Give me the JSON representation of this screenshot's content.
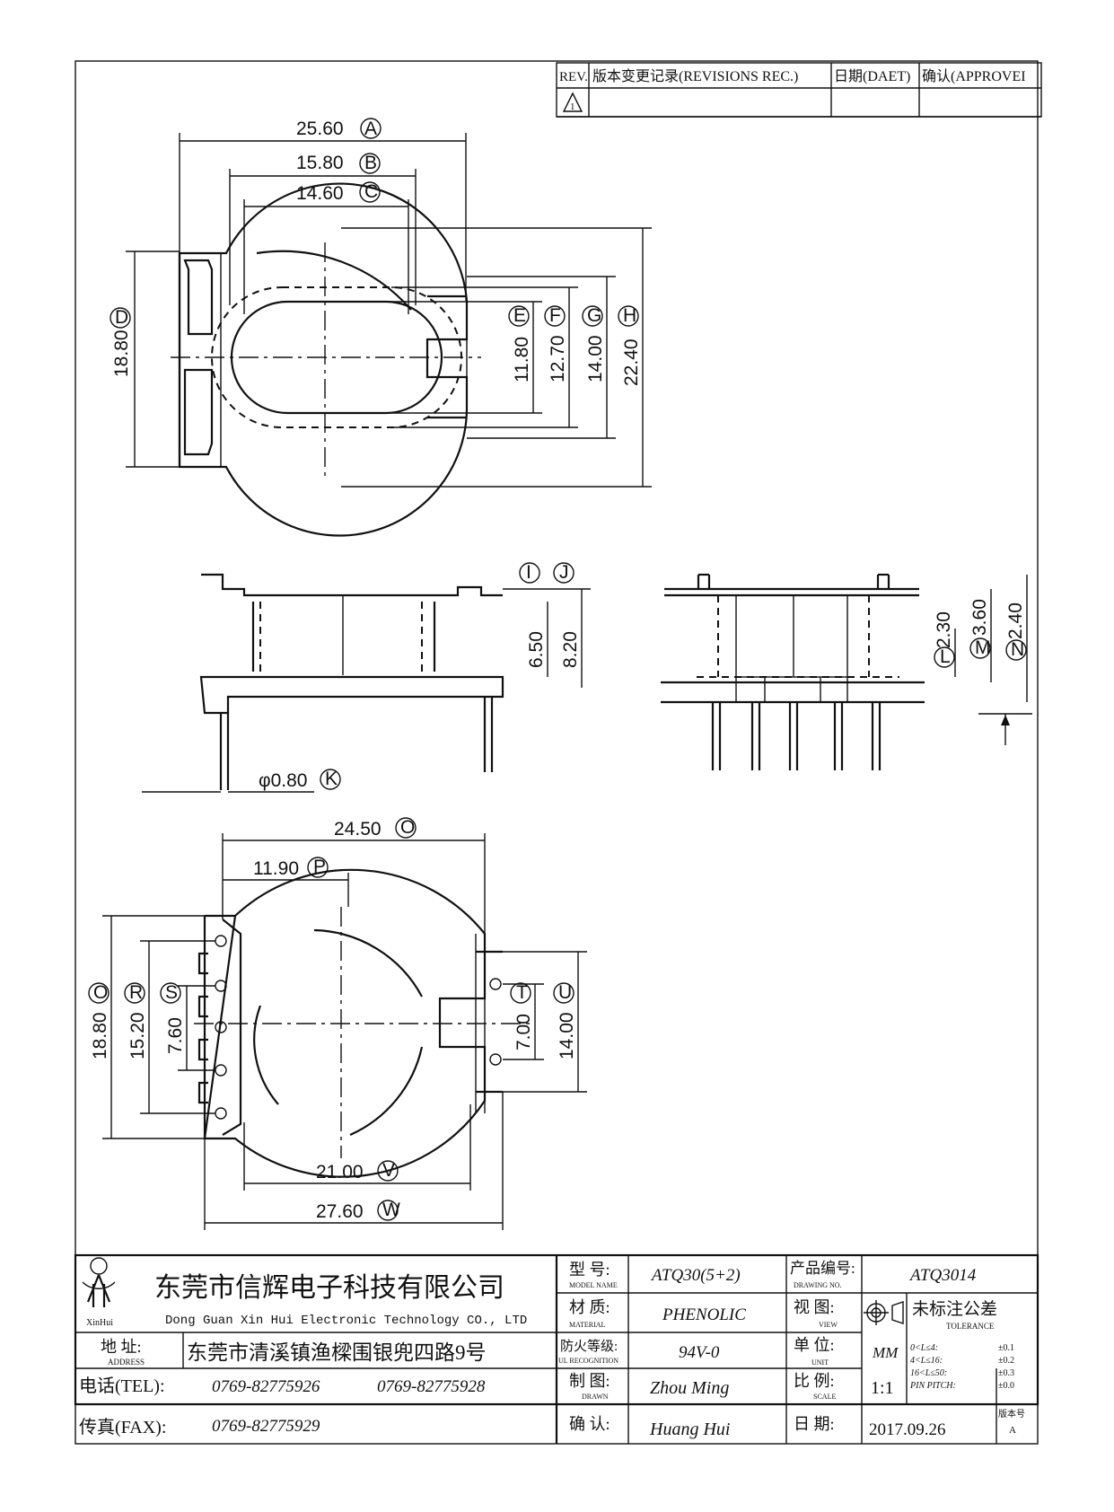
{
  "revision_table": {
    "col_rev": "REV.",
    "col_record": "版本变更记录(REVISIONS REC.)",
    "col_date": "日期(DAET)",
    "col_approve": "确认(APPROVEI"
  },
  "dimensions": {
    "A": "25.60",
    "B": "15.80",
    "C": "14.60",
    "D": "18.80",
    "E": "11.80",
    "F": "12.70",
    "G": "14.00",
    "H": "22.40",
    "I_J_label_I": "I",
    "I_J_label_J": "J",
    "I": "6.50",
    "J": "8.20",
    "K": "φ0.80",
    "L": "2.30",
    "M": "3.60",
    "N": "2.40",
    "O": "24.50",
    "O2": "18.80",
    "P": "11.90",
    "R": "15.20",
    "S": "7.60",
    "T": "7.00",
    "U": "14.00",
    "V": "21.00",
    "W": "27.60"
  },
  "markers": {
    "A": "A",
    "B": "B",
    "C": "C",
    "D": "D",
    "E": "E",
    "F": "F",
    "G": "G",
    "H": "H",
    "I": "I",
    "J": "J",
    "K": "K",
    "L": "L",
    "M": "M",
    "N": "N",
    "O": "O",
    "P": "P",
    "R": "R",
    "S": "S",
    "T": "T",
    "U": "U",
    "V": "V",
    "W": "W"
  },
  "title_block": {
    "logo_text": "XinHui",
    "company_cn": "东莞市信辉电子科技有限公司",
    "company_en": "Dong Guan Xin Hui Electronic Technology CO., LTD",
    "address_label_cn": "地 址:",
    "address_label_en": "ADDRESS",
    "address": "东莞市清溪镇渔樑围银兜四路9号",
    "tel_label": "电话(TEL):",
    "tel_1": "0769-82775926",
    "tel_2": "0769-82775928",
    "fax_label": "传真(FAX):",
    "fax": "0769-82775929",
    "model_label_cn": "型 号:",
    "model_label_en": "MODEL NAME",
    "model": "ATQ30(5+2)",
    "material_label_cn": "材 质:",
    "material_label_en": "MATERIAL",
    "material": "PHENOLIC",
    "ul_label_cn": "防火等级:",
    "ul_label_en": "UL RECOGNITION",
    "ul": "94V-0",
    "drawn_label_cn": "制 图:",
    "drawn_label_en": "DRAWN",
    "drawn": "Zhou Ming",
    "check_label_cn": "确 认:",
    "check": "Huang Hui",
    "drawing_no_label_cn": "产品编号:",
    "drawing_no_label_en": "DRAWING NO.",
    "drawing_no": "ATQ3014",
    "view_label_cn": "视 图:",
    "view_label_en": "VIEW",
    "unit_label_cn": "单 位:",
    "unit_label_en": "UNIT",
    "unit": "MM",
    "scale_label_cn": "比 例:",
    "scale_label_en": "SCALE",
    "scale": "1:1",
    "date_label_cn": "日 期:",
    "date": "2017.09.26",
    "tolerance_label_cn": "未标注公差",
    "tolerance_label_en": "TOLERANCE",
    "tol_rows": [
      {
        "range": "0<L≤4:",
        "value": "±0.1"
      },
      {
        "range": "4<L≤16:",
        "value": "±0.2"
      },
      {
        "range": "16<L≤50:",
        "value": "±0.3"
      },
      {
        "range": "PIN PITCH:",
        "value": "±0.0"
      }
    ],
    "version_label": "版本号",
    "version": "A"
  }
}
